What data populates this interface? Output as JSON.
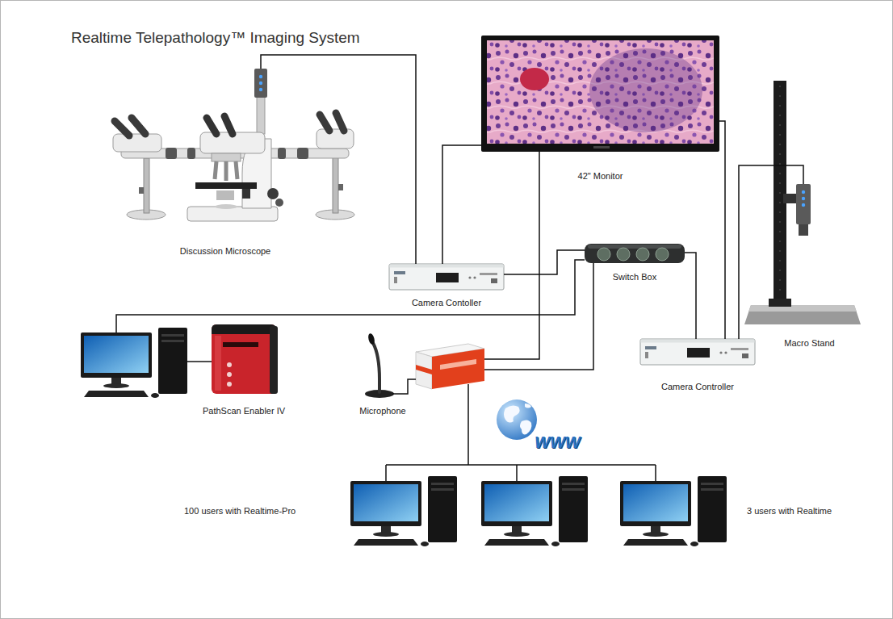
{
  "diagram": {
    "title": "Realtime Telepathology™ Imaging System",
    "nodes": [
      {
        "text": [
          "Discussion Microscope"
        ]
      },
      {
        "text": [
          "42\" Monitor"
        ]
      },
      {
        "text": [
          "Camera Contoller"
        ]
      },
      {
        "text": [
          "Switch Box"
        ]
      },
      {
        "text": [
          "Macro Stand"
        ]
      },
      {
        "text": [
          "PathScan Enabler IV"
        ]
      },
      {
        "text": [
          "Microphone"
        ]
      },
      {
        "text": [
          "Camera Controller"
        ]
      }
    ],
    "edges": [
      {
        "from": 0,
        "to": 2,
        "arrow": "none"
      },
      {
        "from": 2,
        "to": 1,
        "arrow": "none"
      },
      {
        "from": 2,
        "to": 3,
        "arrow": "none"
      },
      {
        "from": 3,
        "to": 7,
        "arrow": "none"
      },
      {
        "from": 1,
        "to": 7,
        "arrow": "none"
      },
      {
        "from": 4,
        "to": 7,
        "arrow": "none"
      }
    ],
    "labels": [
      "WWW",
      "100 users with Realtime-Pro",
      "3 users with Realtime"
    ]
  }
}
